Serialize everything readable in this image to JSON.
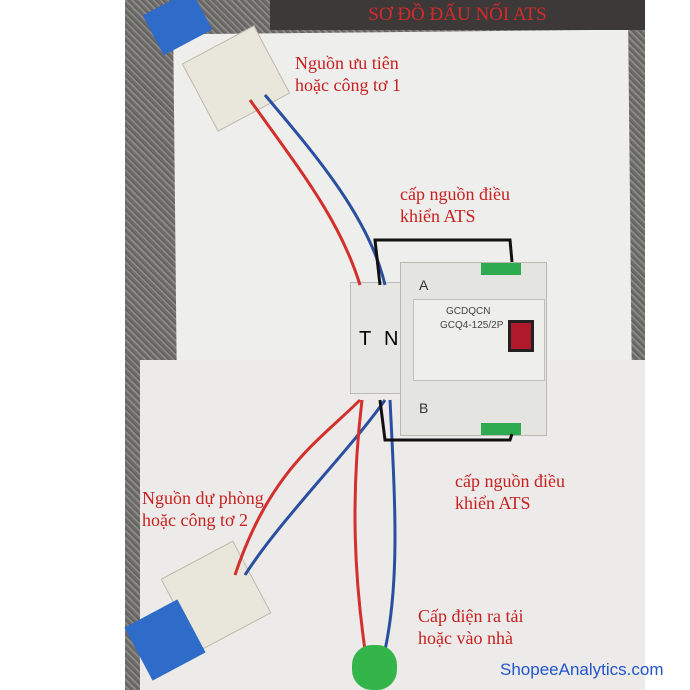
{
  "title": "SƠ ĐỒ ĐẤU NỐI ATS",
  "labels": {
    "priority_source": [
      "Nguồn ưu tiên",
      "hoặc công tơ 1"
    ],
    "control_power_top": [
      "cấp nguồn điều",
      "khiển ATS"
    ],
    "control_power_bottom": [
      "cấp nguồn điều",
      "khiển ATS"
    ],
    "backup_source": [
      "Nguồn dự phòng",
      "hoặc công tơ 2"
    ],
    "load_output": [
      "Cấp điện ra tải",
      "hoặc vào nhà"
    ]
  },
  "device": {
    "brand": "GCDQCN",
    "model": "GCQ4-125/2P",
    "port_a": "A",
    "port_b": "B",
    "terminal_t": "T",
    "terminal_n": "N"
  },
  "watermark": "ShopeeAnalytics.com",
  "colors": {
    "label": "#c8201f",
    "title_bg": "#3e3939",
    "wire_red": "#d3302c",
    "wire_blue": "#2b4fa0"
  }
}
